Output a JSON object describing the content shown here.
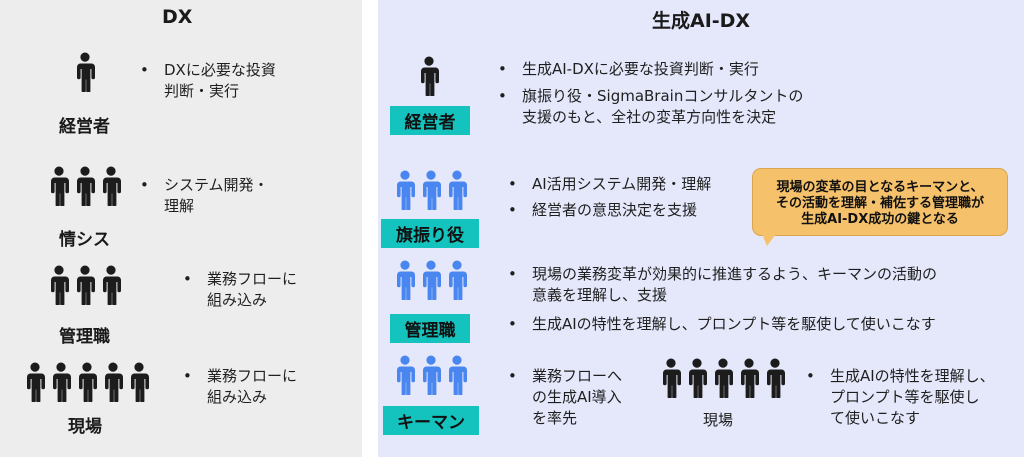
{
  "left": {
    "title": "DX",
    "rows": [
      {
        "label": "経営者",
        "bullets": [
          "DXに必要な投資",
          "判断・実行"
        ]
      },
      {
        "label": "情シス",
        "bullets": [
          "システム開発・",
          "理解"
        ]
      },
      {
        "label": "管理職",
        "bullets": [
          "業務フローに",
          "組み込み"
        ]
      },
      {
        "label": "現場",
        "bullets": [
          "業務フローに",
          "組み込み"
        ]
      }
    ]
  },
  "right": {
    "title": "生成AI-DX",
    "rows": [
      {
        "label": "経営者",
        "bullets": [
          "生成AI-DXに必要な投資判断・実行",
          "旗振り役・SigmaBrainコンサルタントの",
          "支援のもと、全社の変革方向性を決定"
        ]
      },
      {
        "label": "旗振り役",
        "bullets": [
          "AI活用システム開発・理解",
          "経営者の意思決定を支援"
        ]
      },
      {
        "label": "管理職",
        "bullets": [
          "現場の業務変革が効果的に推進するよう、キーマンの活動の",
          "意義を理解し、支援",
          "生成AIの特性を理解し、プロンプト等を駆使して使いこなす"
        ]
      },
      {
        "label": "キーマン",
        "bullets": [
          "業務フローへ",
          "の生成AI導入",
          "を率先"
        ]
      }
    ],
    "genba": {
      "label": "現場",
      "bullets": [
        "生成AIの特性を理解し、",
        "プロンプト等を駆使し",
        "て使いこなす"
      ]
    }
  },
  "callout": {
    "lines": [
      "現場の変革の目となるキーマンと、",
      "その活動を理解・補佐する管理職が",
      "生成AI-DX成功の鍵となる"
    ],
    "color": "#f5c16b"
  },
  "colors": {
    "teal": "#14c3bd",
    "blue_person": "#4a86ef",
    "dark_person": "#1c1c1c",
    "right_bg": "#e5e8fb",
    "left_bg": "#ededed"
  }
}
